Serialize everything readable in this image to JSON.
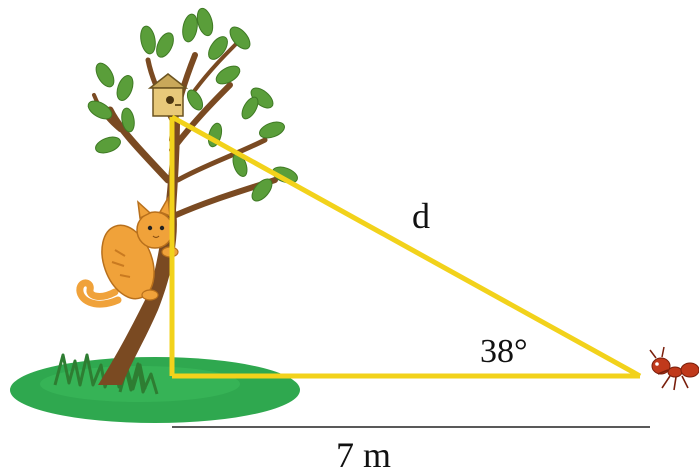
{
  "diagram": {
    "hypotenuse_label": "d",
    "angle_label": "38°",
    "base_label": "7 m",
    "colors": {
      "triangle": "#f2d21b",
      "grass": "#2fa84f",
      "trunk": "#7a4a22",
      "leaf": "#5a9e3a",
      "cat": "#f0a23a",
      "ant": "#c0391b",
      "measure_line": "#222222"
    },
    "icons": [
      "tree-icon",
      "birdhouse-icon",
      "cat-icon",
      "ant-icon",
      "grass-icon"
    ]
  }
}
